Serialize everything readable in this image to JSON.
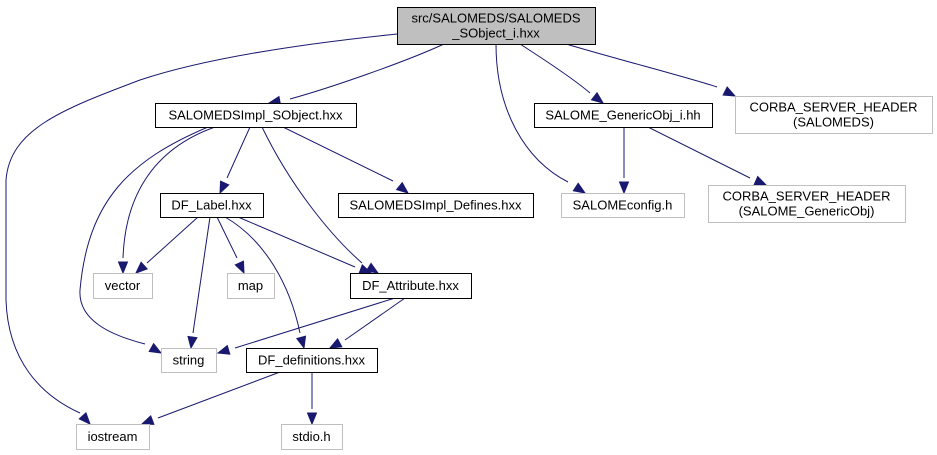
{
  "graph": {
    "type": "include-dependency-graph",
    "colors": {
      "edge": "#191970",
      "root_fill": "#bfbfbf",
      "documented_border": "#000000",
      "external_border": "#bfbfbf"
    },
    "nodes": [
      {
        "id": "root",
        "lines": [
          "src/SALOMEDS/SALOMEDS",
          "_SObject_i.hxx"
        ],
        "kind": "root"
      },
      {
        "id": "sobject",
        "lines": [
          "SALOMEDSImpl_SObject.hxx"
        ],
        "kind": "documented"
      },
      {
        "id": "genericobj",
        "lines": [
          "SALOME_GenericObj_i.hh"
        ],
        "kind": "documented"
      },
      {
        "id": "corba_salomeds",
        "lines": [
          "CORBA_SERVER_HEADER",
          "(SALOMEDS)"
        ],
        "kind": "external"
      },
      {
        "id": "dflabel",
        "lines": [
          "DF_Label.hxx"
        ],
        "kind": "documented"
      },
      {
        "id": "defines",
        "lines": [
          "SALOMEDSImpl_Defines.hxx"
        ],
        "kind": "documented"
      },
      {
        "id": "salomeconfig",
        "lines": [
          "SALOMEconfig.h"
        ],
        "kind": "external"
      },
      {
        "id": "corba_generic",
        "lines": [
          "CORBA_SERVER_HEADER",
          "(SALOME_GenericObj)"
        ],
        "kind": "external"
      },
      {
        "id": "vector",
        "lines": [
          "vector"
        ],
        "kind": "external"
      },
      {
        "id": "map",
        "lines": [
          "map"
        ],
        "kind": "external"
      },
      {
        "id": "dfattribute",
        "lines": [
          "DF_Attribute.hxx"
        ],
        "kind": "documented"
      },
      {
        "id": "string",
        "lines": [
          "string"
        ],
        "kind": "external"
      },
      {
        "id": "dfdefinitions",
        "lines": [
          "DF_definitions.hxx"
        ],
        "kind": "documented"
      },
      {
        "id": "iostream",
        "lines": [
          "iostream"
        ],
        "kind": "external"
      },
      {
        "id": "stdio",
        "lines": [
          "stdio.h"
        ],
        "kind": "external"
      }
    ],
    "edges": [
      {
        "from": "root",
        "to": "sobject"
      },
      {
        "from": "root",
        "to": "genericobj"
      },
      {
        "from": "root",
        "to": "corba_salomeds"
      },
      {
        "from": "root",
        "to": "salomeconfig"
      },
      {
        "from": "root",
        "to": "iostream"
      },
      {
        "from": "sobject",
        "to": "dflabel"
      },
      {
        "from": "sobject",
        "to": "defines"
      },
      {
        "from": "sobject",
        "to": "dfattribute"
      },
      {
        "from": "sobject",
        "to": "vector"
      },
      {
        "from": "sobject",
        "to": "string"
      },
      {
        "from": "genericobj",
        "to": "salomeconfig"
      },
      {
        "from": "genericobj",
        "to": "corba_generic"
      },
      {
        "from": "dflabel",
        "to": "vector"
      },
      {
        "from": "dflabel",
        "to": "map"
      },
      {
        "from": "dflabel",
        "to": "string"
      },
      {
        "from": "dflabel",
        "to": "dfattribute"
      },
      {
        "from": "dflabel",
        "to": "dfdefinitions"
      },
      {
        "from": "dfattribute",
        "to": "string"
      },
      {
        "from": "dfattribute",
        "to": "dfdefinitions"
      },
      {
        "from": "dfdefinitions",
        "to": "iostream"
      },
      {
        "from": "dfdefinitions",
        "to": "stdio"
      }
    ]
  }
}
